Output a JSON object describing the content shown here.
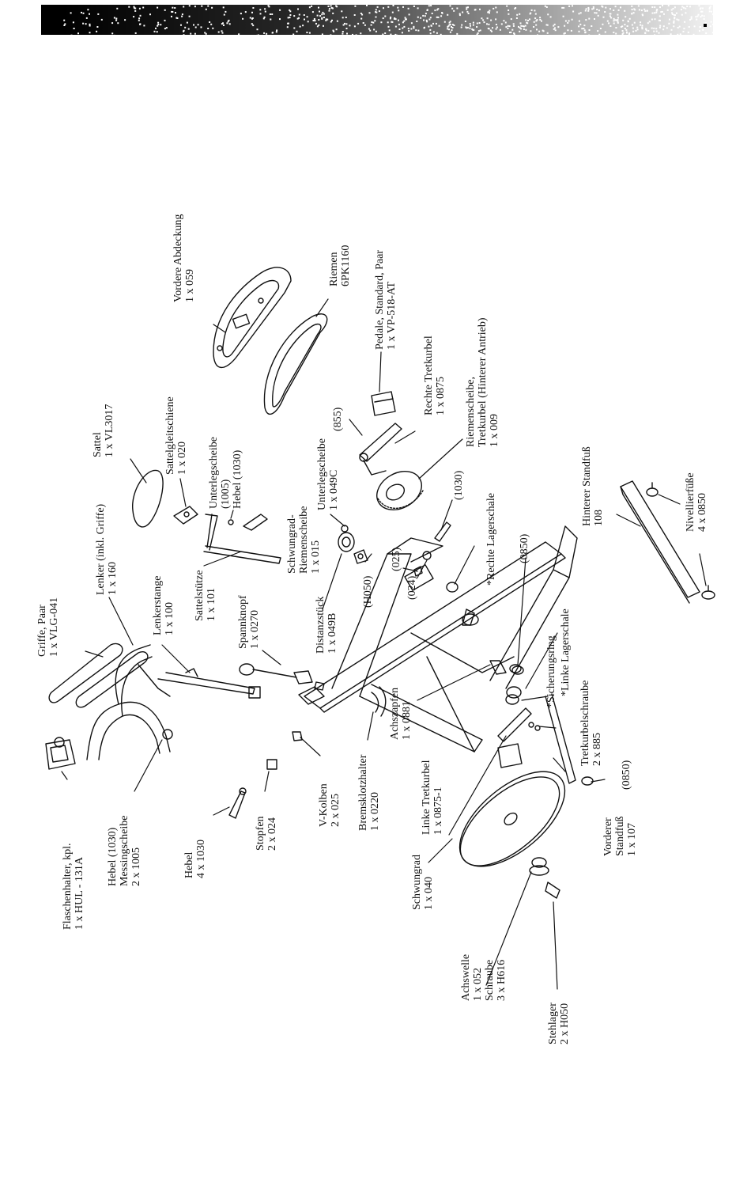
{
  "header": {
    "band": "dithered-black-band"
  },
  "callouts": {
    "flaschenhalter": [
      "Flaschenhalter, kpl.",
      "1 x HUL - 131A"
    ],
    "hebel_messing": [
      "Hebel (1030)",
      "Messingscheibe",
      "2 x 1005"
    ],
    "hebel": [
      "Hebel",
      "4 x 1030"
    ],
    "stopfen": [
      "Stopfen",
      "2 x 024"
    ],
    "v_kolben": [
      "V-Kolben",
      "2 x 025"
    ],
    "bremsklotzhalter": [
      "Bremsklotzhalter",
      "1 x 0220"
    ],
    "linke_tretkurbel": [
      "Linke Tretkurbel",
      "1 x 0875-1"
    ],
    "schwungrad": [
      "Schwungrad",
      "1 x 040"
    ],
    "achswelle": [
      "Achswelle",
      "1 x 052",
      "Schraube",
      "3 x H616"
    ],
    "stehlager": [
      "Stehlager",
      "2 x H050"
    ],
    "griffe": [
      "Griffe, Paar",
      "1 x VLG-041"
    ],
    "lenker": [
      "Lenker (inkl. Griffe)",
      "1 x 160"
    ],
    "lenkerstange": [
      "Lenkerstange",
      "1 x 100"
    ],
    "spannknopf": [
      "Spannknopf",
      "1 x 0270"
    ],
    "sattelstuetze": [
      "Sattelstütze",
      "1 x 101"
    ],
    "distanzstueck": [
      "Distanzstück",
      "1 x 049B"
    ],
    "h050": [
      "(H050)"
    ],
    "achszapfen": [
      "Achszapfen",
      "1 x 0881"
    ],
    "sattel": [
      "Sattel",
      "1 x VL3017"
    ],
    "sattelgleitschiene": [
      "Sattelgleitschiene",
      "1 x 020"
    ],
    "unterlegscheibe_1005": [
      "Unterlegscheibe",
      "(1005)",
      "Hebel (1030)"
    ],
    "riemenscheibe": [
      "Schwungrad-",
      "Riemenscheibe",
      "1 x 015"
    ],
    "unterlegscheibe_049c": [
      "Unterlegscheibe",
      "1 x 049C"
    ],
    "p025": [
      "(025)"
    ],
    "p024": [
      "(024)"
    ],
    "p855": [
      "(855)"
    ],
    "p1030": [
      "(1030)"
    ],
    "p0850_top": [
      "(0850)"
    ],
    "p0850_bottom": [
      "(0850)"
    ],
    "rechte_lagerschale": [
      "*Rechte Lagerschale"
    ],
    "linke_lagerschale": [
      "*Linke Lagerschale"
    ],
    "sicherungsring": [
      "*Sicherungsring"
    ],
    "tretkurbelschraube": [
      "Tretkurbelschraube",
      "2 x 885"
    ],
    "vorderer_standfuss": [
      "Vorderer",
      "Standfuß",
      "1 x 107"
    ],
    "vordere_abdeckung": [
      "Vordere Abdeckung",
      "1 x 059"
    ],
    "riemen": [
      "Riemen",
      "6PK1160"
    ],
    "pedale": [
      "Pedale, Standard, Paar",
      "1 x VP-518-AT"
    ],
    "rechte_tretkurbel": [
      "Rechte Tretkurbel",
      "1 x 0875"
    ],
    "riemenscheibe_tretkurbel": [
      "Riemenscheibe,",
      "Tretkurbel (Hinterer Antrieb)",
      "1 x 009"
    ],
    "hinterer_standfuss": [
      "Hinterer Standfuß",
      "108"
    ],
    "nivellierfuesse": [
      "Nivellierfüße",
      "4 x 0850"
    ]
  }
}
